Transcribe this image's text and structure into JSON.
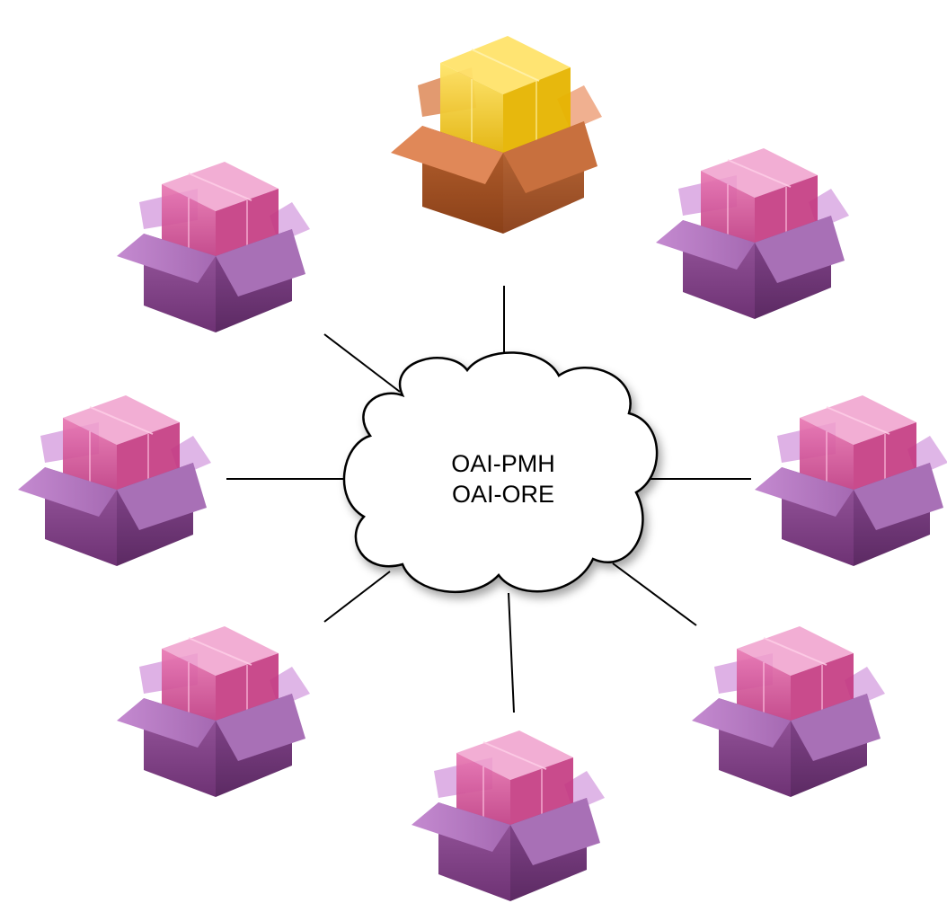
{
  "hub": {
    "lines": [
      "OAI-PMH",
      "OAI-ORE"
    ],
    "fill": "#ffffff",
    "stroke": "#000000"
  },
  "nodes": [
    {
      "id": "featured-package",
      "variant": "orange"
    },
    {
      "id": "package-top-left",
      "variant": "purple"
    },
    {
      "id": "package-top-right",
      "variant": "purple"
    },
    {
      "id": "package-mid-left",
      "variant": "purple"
    },
    {
      "id": "package-mid-right",
      "variant": "purple"
    },
    {
      "id": "package-bottom-left",
      "variant": "purple"
    },
    {
      "id": "package-bottom-right",
      "variant": "purple"
    },
    {
      "id": "package-bottom-center",
      "variant": "purple"
    }
  ],
  "colors": {
    "connector": "#000000",
    "orange_box": "#b05a2a",
    "orange_content": "#f4c400",
    "purple_box": "#8e4a92",
    "purple_content": "#cc3c86"
  }
}
